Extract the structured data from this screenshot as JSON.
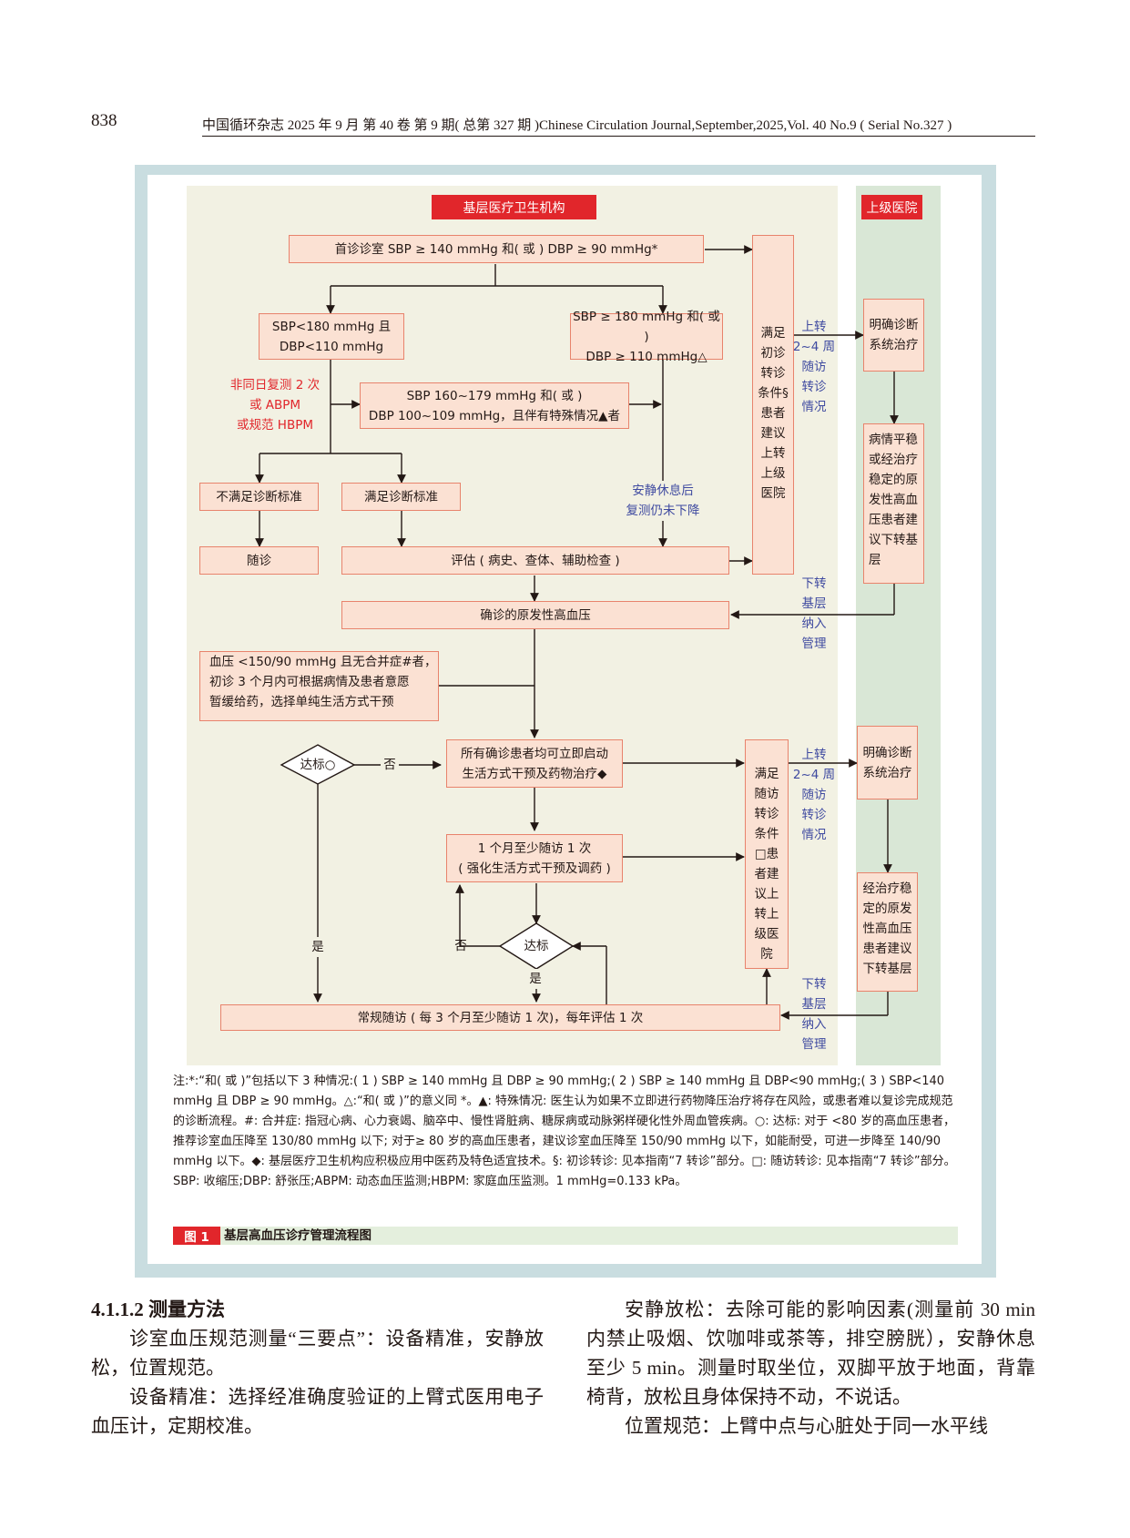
{
  "header": {
    "page_number": "838",
    "journal_line": "中国循环杂志 2025 年 9 月 第 40 卷 第 9 期( 总第 327 期 )Chinese Circulation Journal,September,2025,Vol. 40 No.9 ( Serial No.327 )"
  },
  "flowchart": {
    "header_primary": "基层医疗卫生机构",
    "header_upper": "上级医院",
    "box_initial": "首诊诊室 SBP ≥ 140 mmHg 和( 或 ) DBP ≥ 90 mmHg*",
    "box_low_l1": "SBP<180 mmHg 且",
    "box_low_l2": "DBP<110 mmHg",
    "box_high_l1": "SBP ≥ 180 mmHg 和( 或 )",
    "box_high_l2": "DBP ≥ 110 mmHg△",
    "label_retest_l1": "非同日复测 2 次",
    "label_retest_l2": "或 ABPM",
    "label_retest_l3": "或规范 HBPM",
    "box_special_l1": "SBP 160~179 mmHg 和( 或 )",
    "box_special_l2": "DBP 100~109 mmHg，且伴有特殊情况▲者",
    "box_not_meet": "不满足诊断标准",
    "box_meet": "满足诊断标准",
    "box_followup": "随诊",
    "box_eval": "评估 ( 病史、查体、辅助检查 )",
    "label_rest_l1": "安静休息后",
    "label_rest_l2": "复测仍未下降",
    "box_referral1": "满足初诊转诊条件§患者建议上转上级医院",
    "label_up1_l1": "上转",
    "label_up1_l2": "2~4 周",
    "label_up1_l3": "随访",
    "label_up1_l4": "转诊",
    "label_up1_l5": "情况",
    "box_upper_diag1": "明确诊断系统治疗",
    "box_upper_stable1": "病情平稳或经治疗稳定的原发性高血压患者建议下转基层",
    "label_down1_l1": "下转",
    "label_down1_l2": "基层",
    "label_down1_l3": "纳入",
    "label_down1_l4": "管理",
    "box_confirmed": "确诊的原发性高血压",
    "box_lifestyle_l1": "血压 <150/90 mmHg 且无合并症#者，",
    "box_lifestyle_l2": "初诊 3 个月内可根据病情及患者意愿",
    "box_lifestyle_l3": "暂缓给药，选择单纯生活方式干预",
    "diamond_target1": "达标○",
    "label_no1": "否",
    "label_yes1": "是",
    "box_treat_l1": "所有确诊患者均可立即启动",
    "box_treat_l2": "生活方式干预及药物治疗◆",
    "box_monthly_l1": "1 个月至少随访 1 次",
    "box_monthly_l2": "( 强化生活方式干预及调药 )",
    "diamond_target2": "达标",
    "label_no2": "否",
    "label_yes2": "是",
    "box_routine": "常规随访 ( 每 3 个月至少随访 1 次)，每年评估 1 次",
    "box_referral2": "满足随访转诊条件□患者建议上转上级医院",
    "label_up2_l1": "上转",
    "label_up2_l2": "2~4 周",
    "label_up2_l3": "随访",
    "label_up2_l4": "转诊",
    "label_up2_l5": "情况",
    "box_upper_diag2": "明确诊断系统治疗",
    "box_upper_stable2": "经治疗稳定的原发性高血压患者建议下转基层",
    "label_down2_l1": "下转",
    "label_down2_l2": "基层",
    "label_down2_l3": "纳入",
    "label_down2_l4": "管理"
  },
  "notes": "注:*:“和( 或 )”包括以下 3 种情况:( 1 ) SBP ≥ 140 mmHg 且 DBP ≥ 90 mmHg;( 2 ) SBP ≥ 140 mmHg 且 DBP<90 mmHg;( 3 ) SBP<140 mmHg 且 DBP ≥ 90 mmHg。△:“和( 或 )”的意义同 *。▲: 特殊情况: 医生认为如果不立即进行药物降压治疗将存在风险，或患者难以复诊完成规范的诊断流程。#: 合并症: 指冠心病、心力衰竭、脑卒中、慢性肾脏病、糖尿病或动脉粥样硬化性外周血管疾病。○: 达标: 对于 <80 岁的高血压患者，推荐诊室血压降至 130/80 mmHg 以下; 对于≥ 80 岁的高血压患者，建议诊室血压降至 150/90 mmHg 以下，如能耐受，可进一步降至 140/90 mmHg 以下。◆: 基层医疗卫生机构应积极应用中医药及特色适宜技术。§: 初诊转诊: 见本指南“7 转诊”部分。□: 随访转诊: 见本指南“7 转诊”部分。SBP: 收缩压;DBP: 舒张压;ABPM: 动态血压监测;HBPM: 家庭血压监测。1 mmHg=0.133 kPa。",
  "caption": {
    "tag": "图 1",
    "text": "基层高血压诊疗管理流程图"
  },
  "body": {
    "section_heading": "4.1.1.2 测量方法",
    "left_p1": "诊室血压规范测量“三要点”：设备精准，安静放松，位置规范。",
    "left_p2": "设备精准：选择经准确度验证的上臂式医用电子血压计，定期校准。",
    "right_p1": "安静放松：去除可能的影响因素(测量前 30 min 内禁止吸烟、饮咖啡或茶等，排空膀胱），安静休息至少 5 min。测量时取坐位，双脚平放于地面，背靠椅背，放松且身体保持不动，不说话。",
    "right_p2": "位置规范：上臂中点与心脏处于同一水平线"
  }
}
